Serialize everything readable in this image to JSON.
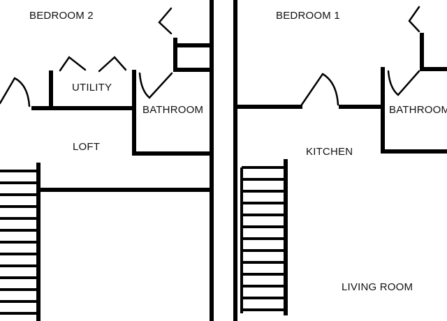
{
  "floor_plan": {
    "levels": [
      {
        "rooms": [
          {
            "label": "BEDROOM 2"
          },
          {
            "label": "UTILITY"
          },
          {
            "label": "BATHROOM"
          },
          {
            "label": "LOFT"
          }
        ]
      },
      {
        "rooms": [
          {
            "label": "BEDROOM 1"
          },
          {
            "label": "BATHROOM"
          },
          {
            "label": "KITCHEN"
          },
          {
            "label": "LIVING ROOM"
          }
        ]
      }
    ],
    "colors": {
      "line": "#000000",
      "background": "#ffffff"
    }
  }
}
